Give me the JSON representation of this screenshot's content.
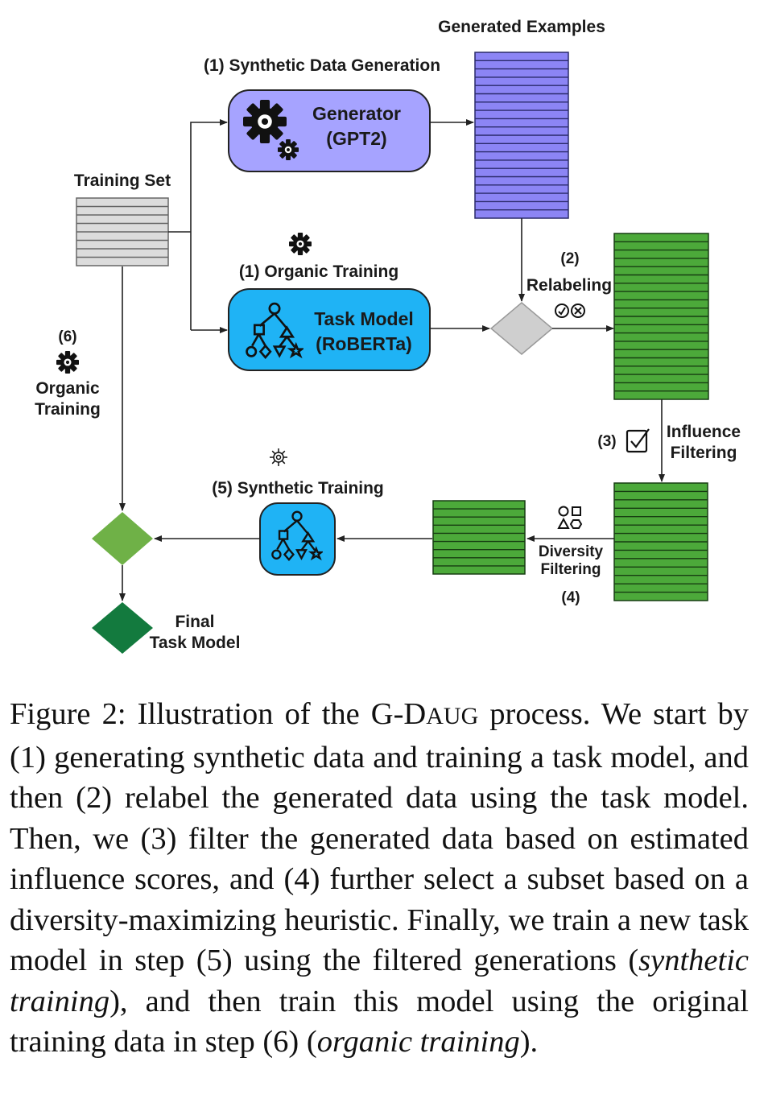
{
  "labels": {
    "generated_examples": "Generated Examples",
    "synthetic_data_generation": "(1) Synthetic Data Generation",
    "generator_line1": "Generator",
    "generator_line2": "(GPT2)",
    "training_set": "Training Set",
    "organic_training_top": "(1)  Organic Training",
    "task_model_line1": "Task Model",
    "task_model_line2": "(RoBERTa)",
    "relabel_num": "(2)",
    "relabel_text": "Relabeling",
    "step6_num": "(6)",
    "step6_line1": "Organic",
    "step6_line2": "Training",
    "influence_num": "(3)",
    "influence_line1": "Influence",
    "influence_line2": "Filtering",
    "synthetic_training": "(5) Synthetic Training",
    "diversity_line1": "Diversity",
    "diversity_line2": "Filtering",
    "diversity_num": "(4)",
    "final_line1": "Final",
    "final_line2": "Task Model"
  },
  "colors": {
    "generator_fill": "#a6a3ff",
    "task_model_fill": "#1fb3f5",
    "generated_fill": "#8c85f5",
    "green_fill": "#4ca93a",
    "training_fill": "#dcdcdc",
    "relabel_diamond": "#cfcfcf",
    "merge_diamond": "#6fb147",
    "final_diamond": "#137a3e"
  },
  "icons": [
    "gear-icon",
    "tree-model-icon",
    "checkbox-icon",
    "check-x-icon",
    "shapes-icon"
  ],
  "caption": {
    "p1": "Figure 2: Illustration of the G-D",
    "p1_sc": "AUG",
    "p2": " process.  We start by (1) generating synthetic data and training a task model, and then (2) relabel the generated data using the task model. Then, we (3) filter the generated data based on estimated influence scores, and (4) further select a subset based on a diversity-maximizing heuristic. Finally, we train a new task model in step (5) using the filtered generations (",
    "em1": "synthetic training",
    "p3": "), and then train this model using the original training data in step (6) (",
    "em2": "organic training",
    "p4": ")."
  }
}
